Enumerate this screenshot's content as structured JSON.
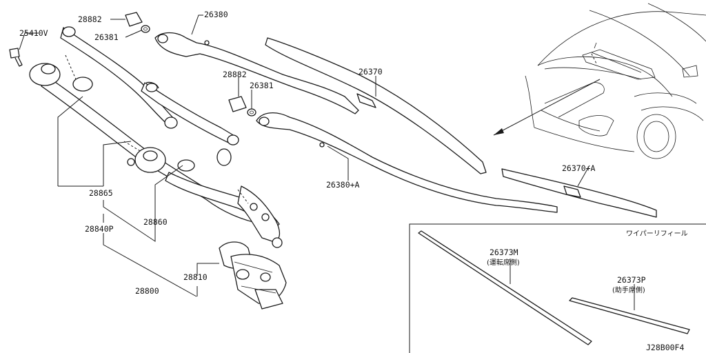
{
  "diagram": {
    "labels": {
      "p25410v": "25410V",
      "p28882a": "28882",
      "p26381a": "26381",
      "p26380": "26380",
      "p28882b": "28882",
      "p26381b": "26381",
      "p26370": "26370",
      "p26380a": "26380+A",
      "p26370a": "26370+A",
      "p28865": "28865",
      "p28840p": "28840P",
      "p28860": "28860",
      "p28810": "28810",
      "p28800": "28800",
      "p26373m": "26373M",
      "p26373m_note": "(運転席側)",
      "p26373p": "26373P",
      "p26373p_note": "(助手席側)",
      "refill_title": "ワイパーリフィール",
      "drawing_code": "J28B00F4"
    }
  }
}
